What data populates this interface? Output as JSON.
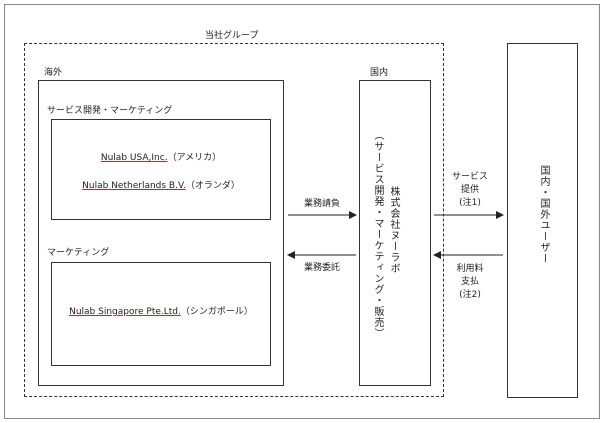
{
  "group": {
    "label": "当社グループ"
  },
  "overseas": {
    "label": "海外",
    "dev_marketing": {
      "label": "サービス開発・マーケティング",
      "entities": [
        {
          "name": "Nulab USA,Inc.",
          "suffix": "（アメリカ）"
        },
        {
          "name": "Nulab Netherlands B.V.",
          "suffix": "（オランダ）"
        }
      ]
    },
    "marketing": {
      "label": "マーケティング",
      "entities": [
        {
          "name": "Nulab Singapore Pte.Ltd.",
          "suffix": "（シンガポール）"
        }
      ]
    }
  },
  "domestic": {
    "label": "国内",
    "company_name": "株式会社ヌーラボ",
    "company_role": "（サービス開発・マーケティング・販売）"
  },
  "users": {
    "label": "国内・国外ユーザー"
  },
  "flows": {
    "contract_in": "業務請負",
    "contract_out": "業務委託",
    "service_line1": "サービス",
    "service_line2": "提供",
    "service_note": "(注1)",
    "fee_line1": "利用料",
    "fee_line2": "支払",
    "fee_note": "(注2)"
  }
}
